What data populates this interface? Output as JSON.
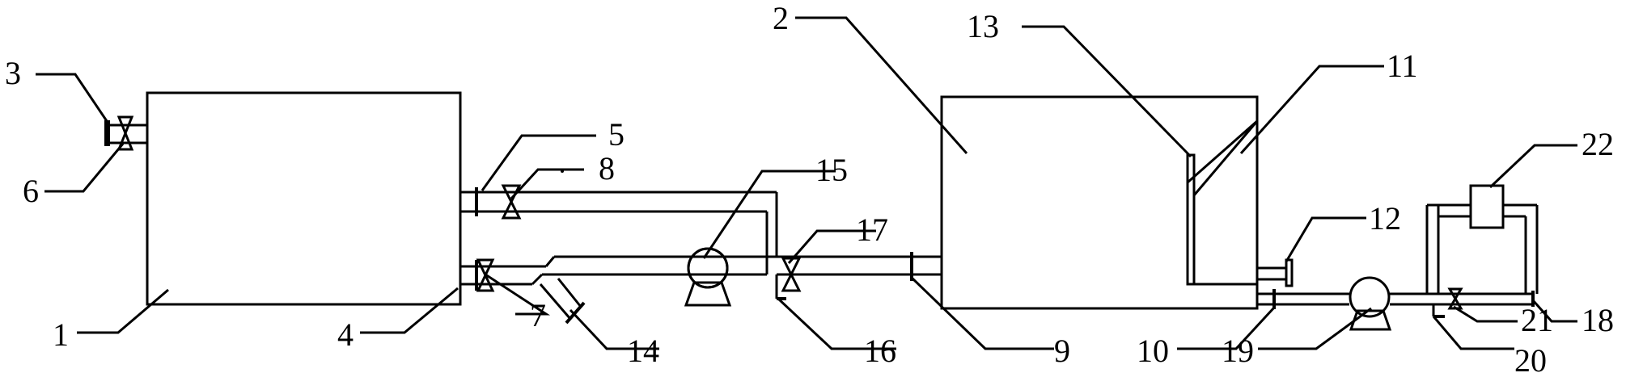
{
  "diagram": {
    "labels": {
      "l1": "1",
      "l2": "2",
      "l3": "3",
      "l4": "4",
      "l5": "5",
      "l6": "6",
      "l7": "7",
      "l8": "8",
      "l9": "9",
      "l10": "10",
      "l11": "11",
      "l12": "12",
      "l13": "13",
      "l14": "14",
      "l15": "15",
      "l16": "16",
      "l17": "17",
      "l18": "18",
      "l19": "19",
      "l20": "20",
      "l21": "21",
      "l22": "22"
    }
  }
}
